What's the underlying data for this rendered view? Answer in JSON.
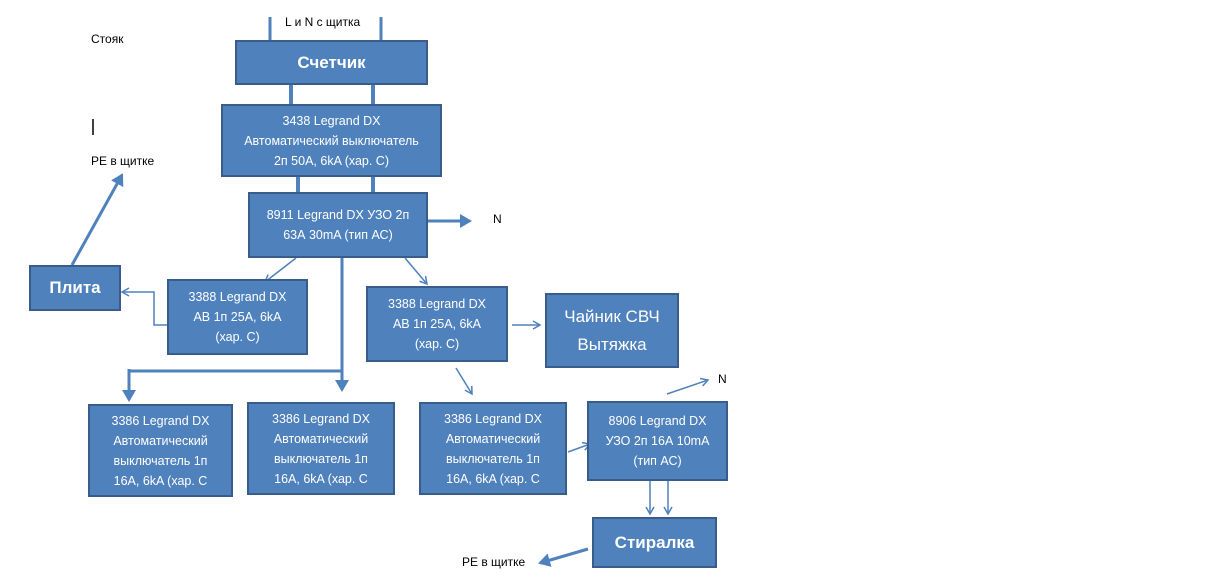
{
  "labels": {
    "supply": "L и N с щитка",
    "riser": "Стояк",
    "pe_top": "PE в щитке",
    "pe_bottom": "PE в щитке",
    "n_upper": "N",
    "n_lower": "N"
  },
  "boxes": {
    "meter": [
      "Счетчик"
    ],
    "main_breaker": [
      "3438  Legrand DX",
      "Автоматический выключатель",
      "2п 50А, 6kA (хар. С)"
    ],
    "main_rcd": [
      "8911  Legrand DX УЗО 2п",
      "63А  30mA (тип АС)"
    ],
    "stove": [
      "Плита"
    ],
    "breaker_stove": [
      "3388  Legrand DX",
      "АВ 1п 25А, 6kA",
      "(хар. С)"
    ],
    "breaker_kitchen": [
      "3388  Legrand DX",
      "АВ 1п 25А, 6kA",
      "(хар. С)"
    ],
    "kitchen_load": [
      "Чайник СВЧ",
      "Вытяжка"
    ],
    "breaker_16a_1": [
      "3386  Legrand DX",
      "Автоматический",
      "выключатель 1п",
      "16А, 6kA (хар. С"
    ],
    "breaker_16a_2": [
      "3386  Legrand DX",
      "Автоматический",
      "выключатель 1п",
      "16А, 6kA (хар. С"
    ],
    "breaker_16a_3": [
      "3386  Legrand DX",
      "Автоматический",
      "выключатель 1п",
      "16А, 6kA (хар. С"
    ],
    "rcd_washer": [
      "8906  Legrand DX",
      "УЗО 2п 16А 10mA",
      "(тип АС)"
    ],
    "washer": [
      "Стиралка"
    ]
  },
  "colors": {
    "box_fill": "#4f81bd",
    "box_border": "#385d8a",
    "box_text": "#ffffff",
    "connector": "#4f81bd",
    "label_text": "#000000"
  }
}
